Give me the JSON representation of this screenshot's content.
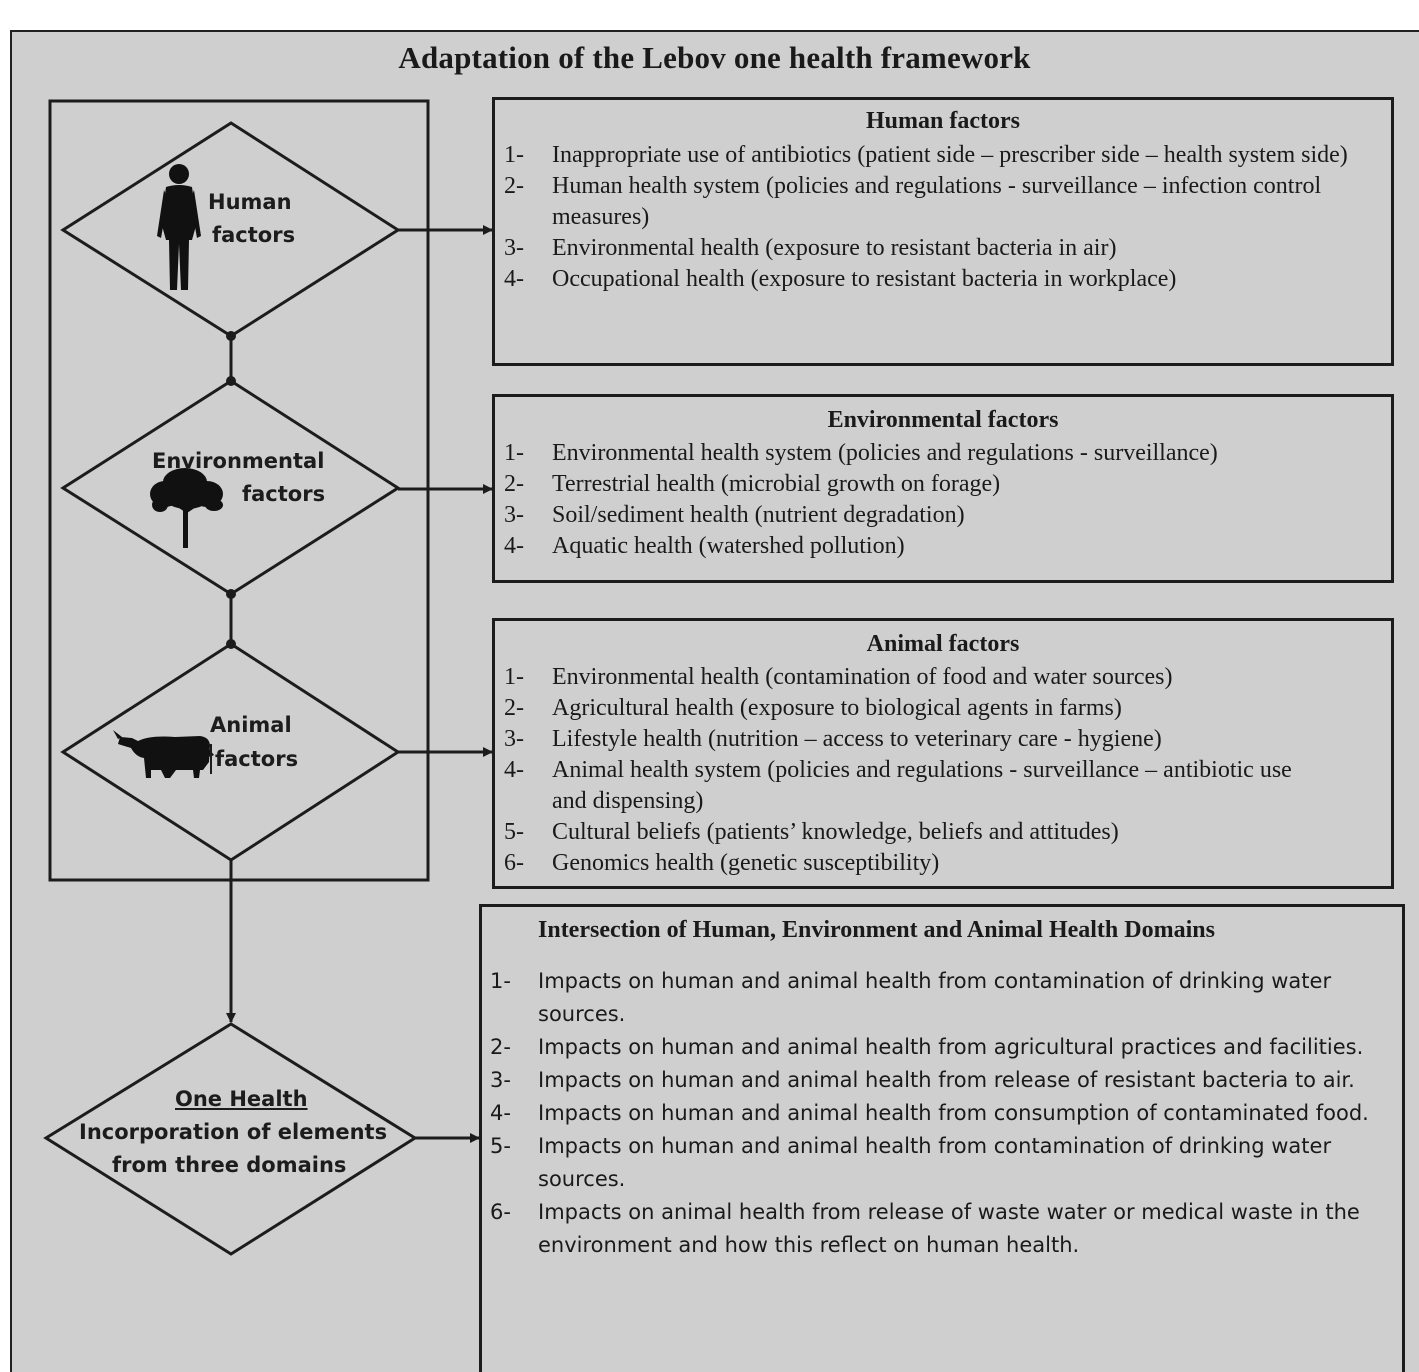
{
  "title": "Adaptation of the Lebov one health framework",
  "diamonds": {
    "human": {
      "line1": "Human",
      "line2": "factors",
      "icon": "human-figure-icon"
    },
    "environmental": {
      "line1": "Environmental",
      "line2": "factors",
      "icon": "tree-icon"
    },
    "animal": {
      "line1": "Animal",
      "line2": "factors",
      "icon": "cow-icon"
    },
    "one_health": {
      "line1": "One Health",
      "line2": "Incorporation of elements",
      "line3": "from three domains"
    }
  },
  "boxes": {
    "human": {
      "title": "Human factors",
      "items": [
        {
          "num": "1-",
          "text": "Inappropriate use of antibiotics (patient side – prescriber side – health system side)"
        },
        {
          "num": "2-",
          "text": "Human health system (policies and regulations - surveillance – infection control measures)"
        },
        {
          "num": "3-",
          "text": "Environmental health (exposure to resistant bacteria in air)"
        },
        {
          "num": "4-",
          "text": "Occupational health (exposure to resistant bacteria in workplace)"
        }
      ]
    },
    "environmental": {
      "title": "Environmental factors",
      "items": [
        {
          "num": "1-",
          "text": "Environmental health system (policies and regulations - surveillance)"
        },
        {
          "num": "2-",
          "text": "Terrestrial health (microbial growth on forage)"
        },
        {
          "num": "3-",
          "text": "Soil/sediment health (nutrient degradation)"
        },
        {
          "num": "4-",
          "text": "Aquatic health (watershed pollution)"
        }
      ]
    },
    "animal": {
      "title": "Animal factors",
      "items": [
        {
          "num": "1-",
          "text": "Environmental health (contamination of food and water sources)"
        },
        {
          "num": "2-",
          "text": "Agricultural health (exposure to biological agents in farms)"
        },
        {
          "num": "3-",
          "text": "Lifestyle health (nutrition – access to veterinary care - hygiene)"
        },
        {
          "num": "4-",
          "text": "Animal health system (policies and regulations - surveillance – antibiotic use and dispensing)"
        },
        {
          "num": "5-",
          "text": "Cultural beliefs (patients’ knowledge, beliefs and attitudes)"
        },
        {
          "num": "6-",
          "text": "Genomics health (genetic susceptibility)"
        }
      ]
    },
    "intersection": {
      "title": "Intersection of Human, Environment and Animal Health Domains",
      "items": [
        {
          "num": "1-",
          "text": "Impacts on human and animal health from contamination of drinking water sources."
        },
        {
          "num": "2-",
          "text": "Impacts on human and animal health from agricultural practices and facilities."
        },
        {
          "num": "3-",
          "text": "Impacts on human and animal health from release of resistant bacteria to air."
        },
        {
          "num": "4-",
          "text": "Impacts on human and animal health from consumption of contaminated food."
        },
        {
          "num": "5-",
          "text": "Impacts on human and animal health from contamination of drinking water sources."
        },
        {
          "num": "6-",
          "text": "Impacts on animal health from release of waste water or medical waste in the environment and how this reflect on human health."
        }
      ]
    }
  }
}
